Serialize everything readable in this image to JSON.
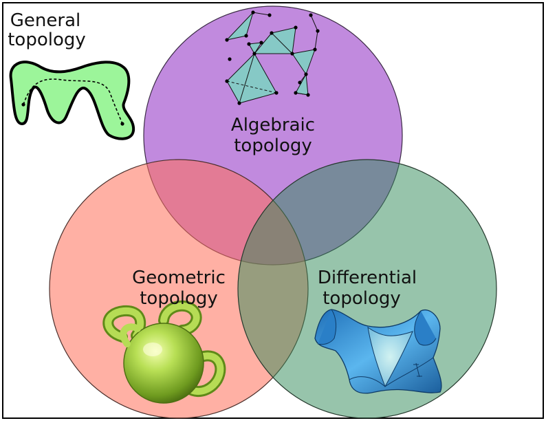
{
  "labels": {
    "general": [
      "General",
      "topology"
    ],
    "algebraic": [
      "Algebraic",
      "topology"
    ],
    "geometric": [
      "Geometric",
      "topology"
    ],
    "differential": [
      "Differential",
      "topology"
    ]
  },
  "colors": {
    "frame": "#000000",
    "algebraic_circle": "#9b42c9",
    "geometric_circle": "#ff6f5a",
    "differential_circle": "#2f8a57",
    "simplex_fill": "#7fcfc3",
    "general_blob": "#9cf59a",
    "sphere": "#a9d24a",
    "surface": "#3d9be0"
  },
  "icons": {
    "general": "wavy-blob-with-dashed-path",
    "algebraic": "simplicial-complex",
    "geometric": "sphere-with-handles",
    "differential": "saddle-surface"
  }
}
